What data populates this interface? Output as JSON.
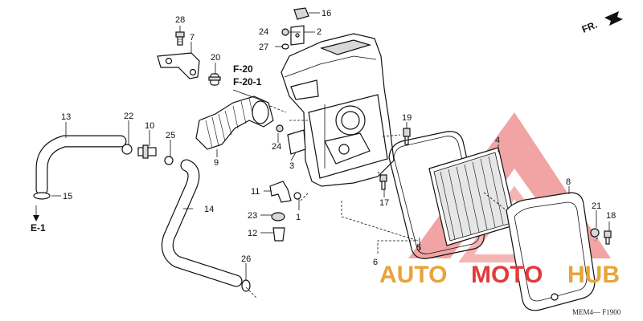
{
  "callouts": [
    {
      "id": "c28",
      "text": "28"
    },
    {
      "id": "c7",
      "text": "7"
    },
    {
      "id": "c20",
      "text": "20"
    },
    {
      "id": "c16",
      "text": "16"
    },
    {
      "id": "c24a",
      "text": "24"
    },
    {
      "id": "c2",
      "text": "2"
    },
    {
      "id": "c27",
      "text": "27"
    },
    {
      "id": "c13",
      "text": "13"
    },
    {
      "id": "c22",
      "text": "22"
    },
    {
      "id": "c10",
      "text": "10"
    },
    {
      "id": "c25",
      "text": "25"
    },
    {
      "id": "c9",
      "text": "9"
    },
    {
      "id": "c24b",
      "text": "24"
    },
    {
      "id": "c3",
      "text": "3"
    },
    {
      "id": "c19",
      "text": "19"
    },
    {
      "id": "c4",
      "text": "4"
    },
    {
      "id": "c8",
      "text": "8"
    },
    {
      "id": "c15",
      "text": "15"
    },
    {
      "id": "c14",
      "text": "14"
    },
    {
      "id": "c11",
      "text": "11"
    },
    {
      "id": "c1",
      "text": "1"
    },
    {
      "id": "c23",
      "text": "23"
    },
    {
      "id": "c12",
      "text": "12"
    },
    {
      "id": "c17",
      "text": "17"
    },
    {
      "id": "c5",
      "text": "5"
    },
    {
      "id": "c6",
      "text": "6"
    },
    {
      "id": "c26",
      "text": "26"
    },
    {
      "id": "c21",
      "text": "21"
    },
    {
      "id": "c18",
      "text": "18"
    }
  ],
  "refs": {
    "f20": "F-20",
    "f201": "F-20-1",
    "e1": "E-1",
    "fr": "FR."
  },
  "watermark": {
    "part1": "AUTO",
    "part2": "MOTO",
    "part3": "HUB",
    "color_main": "#e8a33a",
    "color_accent": "#e23b3b"
  },
  "diagram_code": "MEM4— F1900"
}
